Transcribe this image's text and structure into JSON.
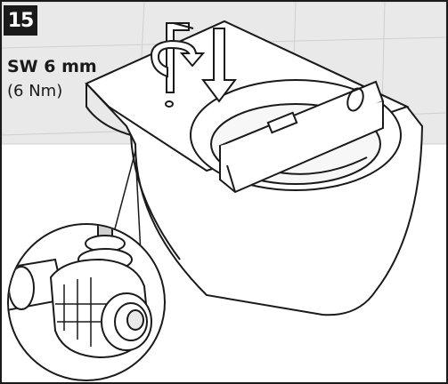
{
  "step": {
    "number": "15"
  },
  "spec": {
    "tool": "SW 6 mm",
    "torque": "(6 Nm)"
  },
  "colors": {
    "line": "#1a1a1a",
    "wall_tile": "#e9e9e9",
    "tile_grout": "#cfcfcf",
    "fill": "#ffffff"
  },
  "icons": {
    "hex_key": "allen-key-icon",
    "rotation": "rotation-arrow-icon",
    "push": "down-arrow-icon",
    "level": "spirit-level-icon"
  }
}
